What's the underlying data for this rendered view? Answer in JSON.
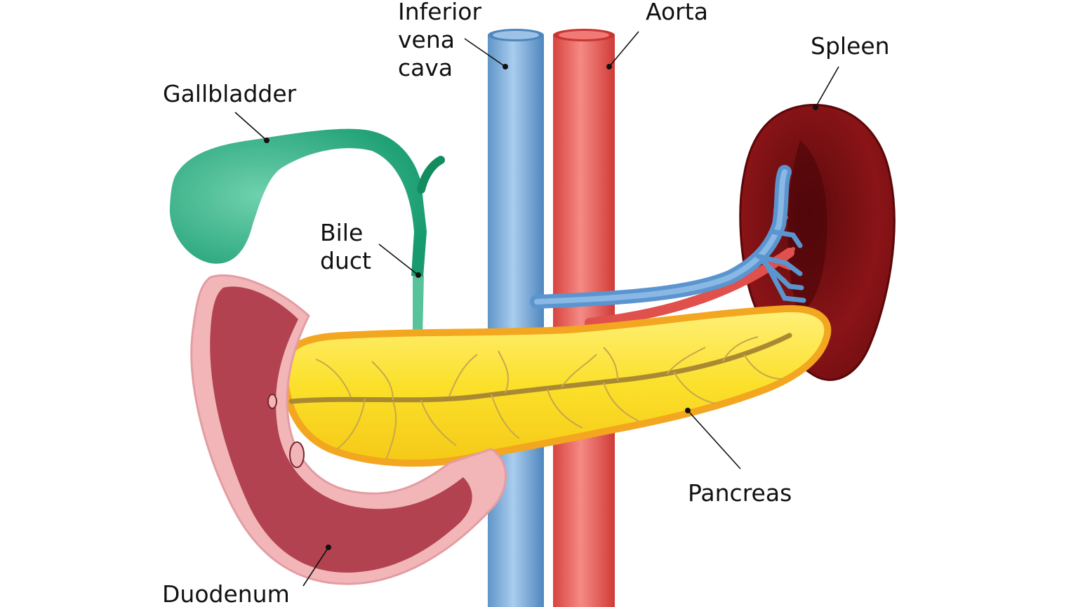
{
  "labels": {
    "ivc": [
      "Inferior",
      "vena",
      "cava"
    ],
    "aorta": "Aorta",
    "spleen": "Spleen",
    "gallbladder": "Gallbladder",
    "bile_duct": [
      "Bile",
      "duct"
    ],
    "pancreas": "Pancreas",
    "duodenum": "Duodenum"
  },
  "colors": {
    "ivc": "#7aaedc",
    "aorta": "#ec5a57",
    "gallbladder": "#1fa57a",
    "spleen": "#7a0f12",
    "pancreas": "#f6d51c",
    "pancreas_edge": "#f4a21c",
    "duodenum": "#b2424f",
    "duodenum_wall": "#f2b6b8"
  }
}
